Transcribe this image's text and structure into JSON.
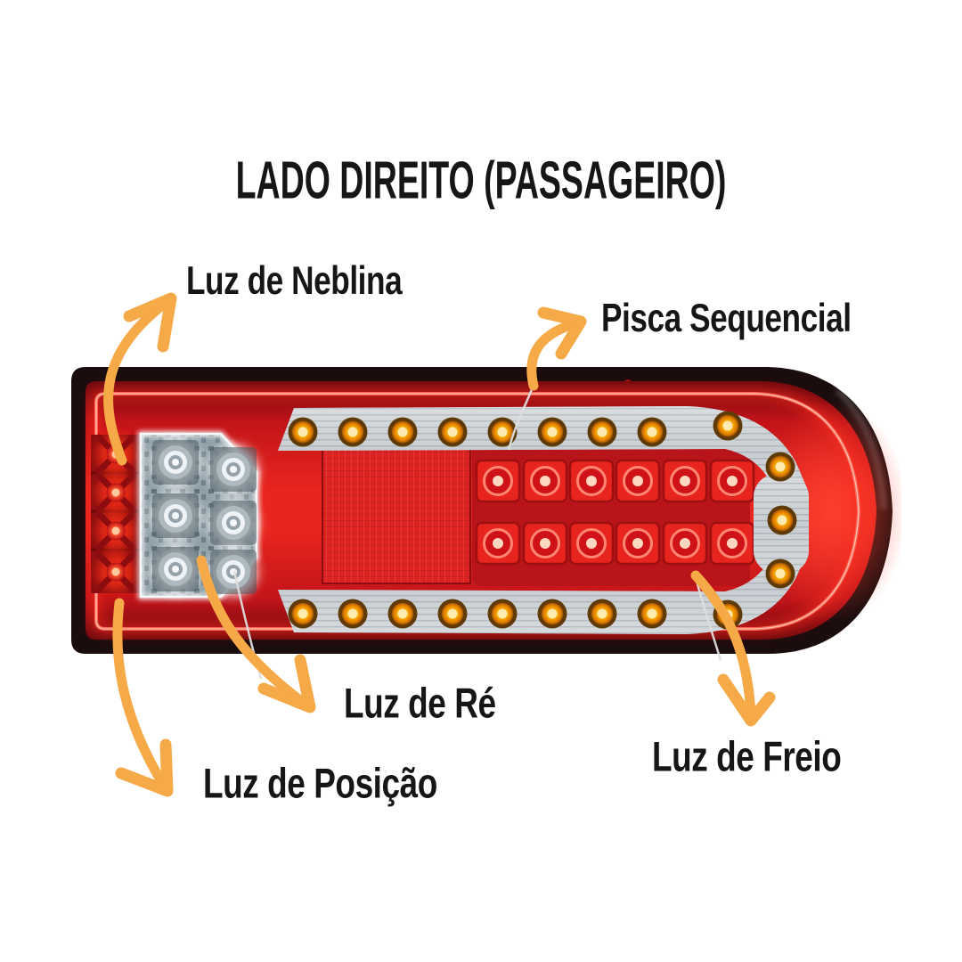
{
  "title": "LADO DIREITO (PASSAGEIRO)",
  "annotations": {
    "neblina": {
      "label": "Luz de Neblina"
    },
    "pisca": {
      "label": "Pisca Sequencial"
    },
    "re": {
      "label": "Luz de Ré"
    },
    "posicao": {
      "label": "Luz de Posição"
    },
    "freio": {
      "label": "Luz de Freio"
    }
  },
  "colors": {
    "background": "#FFFFFF",
    "text": "#161616",
    "arrow_orange": "#F5A947",
    "annotation_line": "#DDDDDD",
    "lamp_shell_black": "#1B0D0E",
    "lamp_body_red": "#D81920",
    "lamp_glow_red": "#FF4334",
    "brake_led_red": "#E8241F",
    "fog_led_red": "#FF4A2E",
    "amber_led": "#FFAC00",
    "white_led": "#FFFFFF",
    "silver_strip": "#CDD2D6"
  }
}
